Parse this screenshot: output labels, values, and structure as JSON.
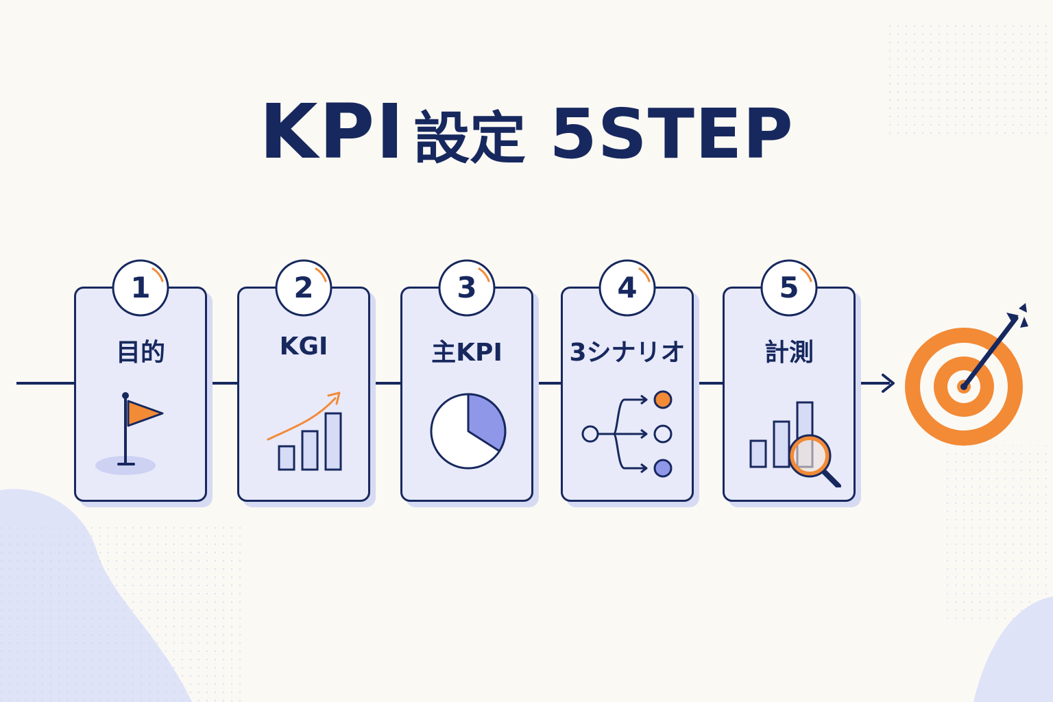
{
  "title": {
    "kpi": "KPI",
    "jp": "設定",
    "step": "5STEP"
  },
  "steps": [
    {
      "number": "1",
      "label": "目的",
      "icon": "flag-icon"
    },
    {
      "number": "2",
      "label": "KGI",
      "icon": "growth-bar-chart-icon"
    },
    {
      "number": "3",
      "label": "主KPI",
      "icon": "pie-chart-icon"
    },
    {
      "number": "4",
      "label": "3シナリオ",
      "icon": "branching-scenarios-icon"
    },
    {
      "number": "5",
      "label": "計測",
      "icon": "magnifier-bar-chart-icon"
    }
  ],
  "goal_icon": "target-with-arrow-icon",
  "colors": {
    "navy": "#17285e",
    "orange": "#f28a36",
    "card_fill": "#e8eaf9",
    "lavender": "#8f98e8",
    "background": "#fbf9f4"
  }
}
